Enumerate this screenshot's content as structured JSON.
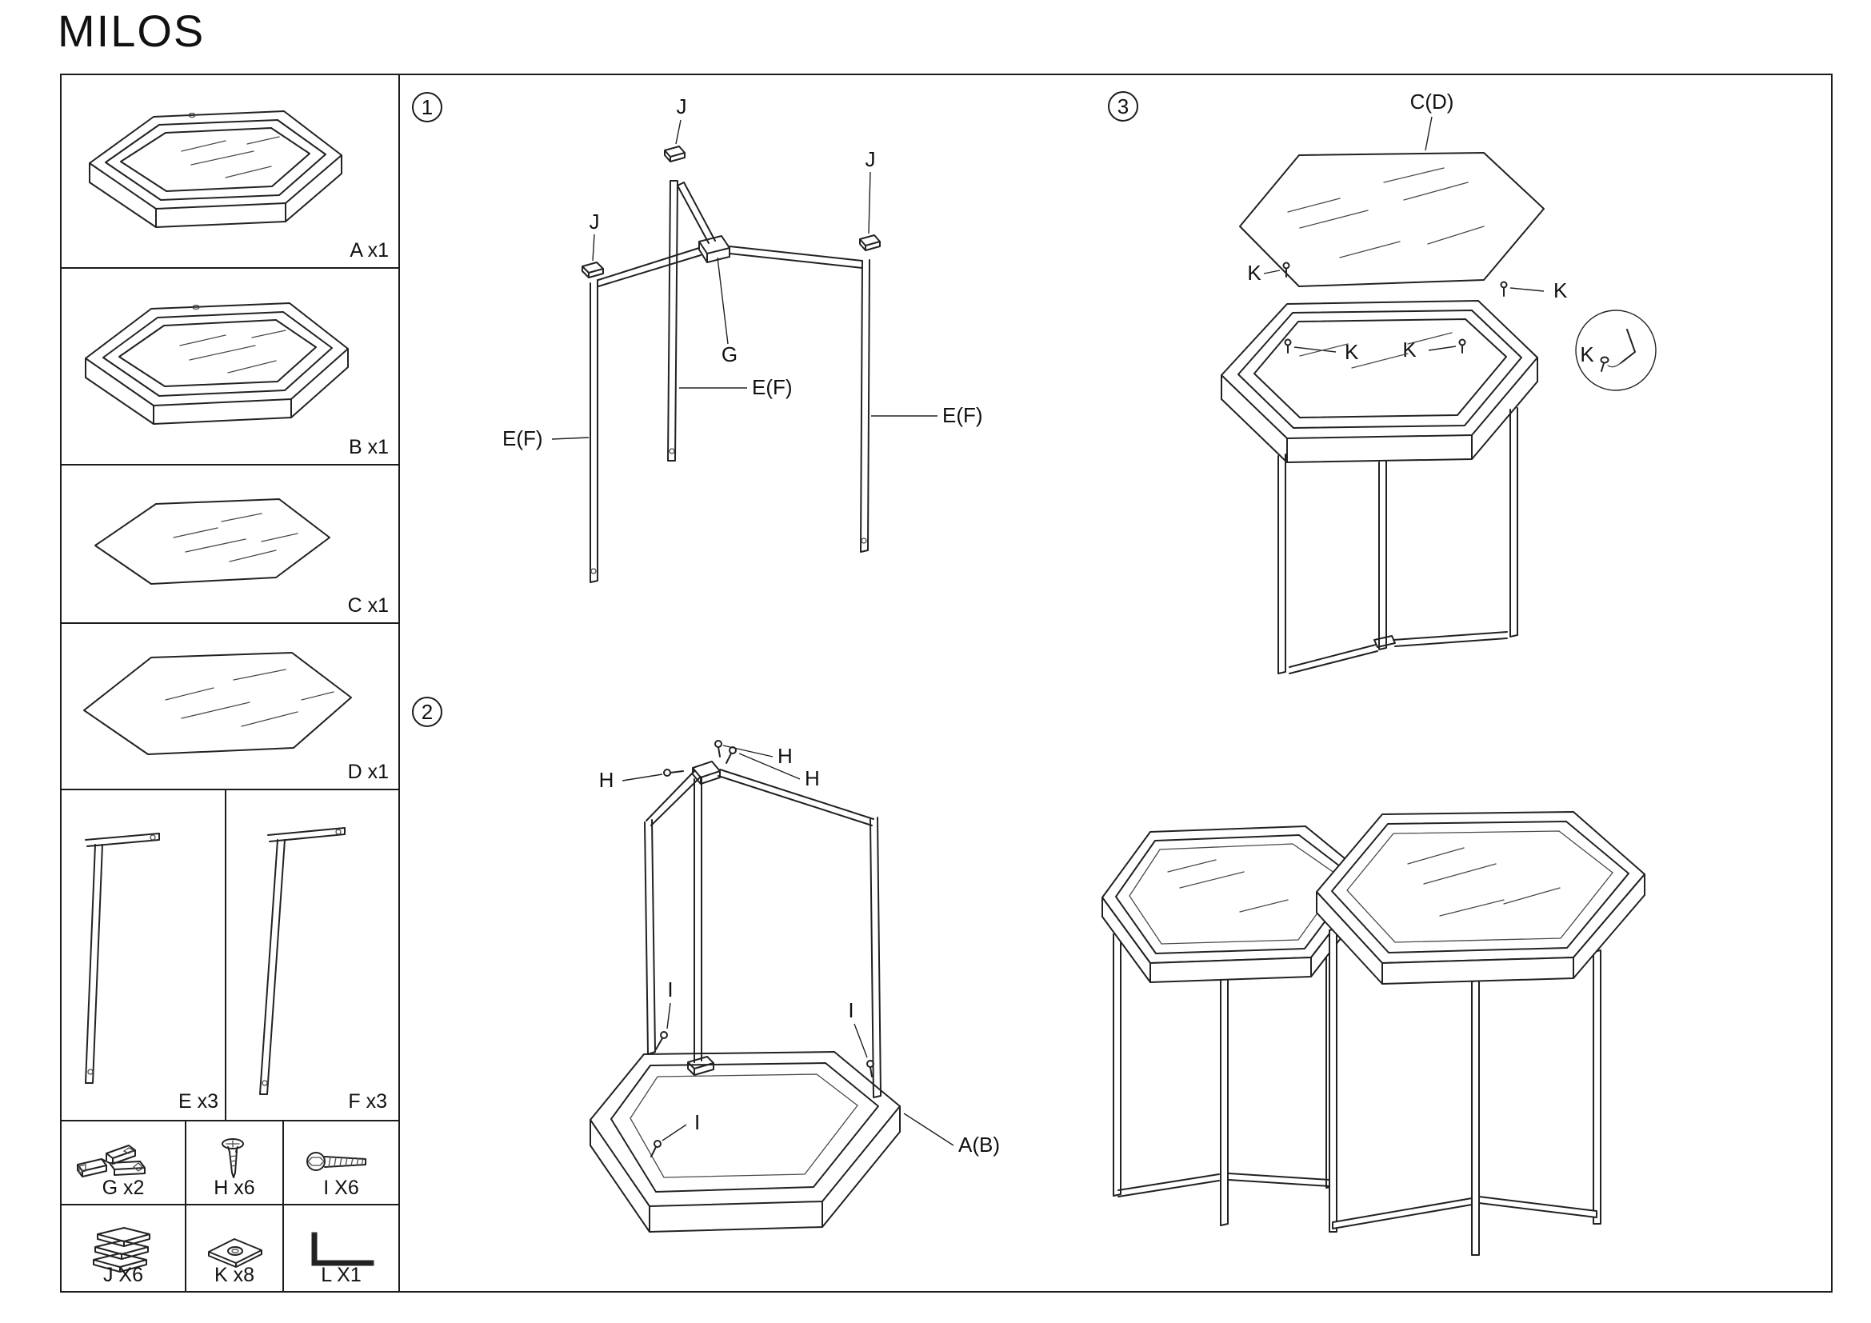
{
  "title": "MILOS",
  "parts_panel": {
    "a": "A x1",
    "b": "B x1",
    "c": "C x1",
    "d": "D x1",
    "e": "E x3",
    "f": "F x3",
    "g": "G x2",
    "h": "H x6",
    "i": "I X6",
    "j": "J X6",
    "k": "K x8",
    "l": "L X1"
  },
  "steps": {
    "one": {
      "num": "1",
      "j_top": "J",
      "j_left": "J",
      "j_right": "J",
      "g_label": "G",
      "ef_left": "E(F)",
      "ef_mid": "E(F)",
      "ef_right": "E(F)"
    },
    "two": {
      "num": "2",
      "h_left": "H",
      "h_top": "H",
      "h_right": "H",
      "i_left": "I",
      "i_mid": "I",
      "i_right": "I",
      "ab": "A(B)"
    },
    "three": {
      "num": "3",
      "cd": "C(D)",
      "k1": "K",
      "k2": "K",
      "k3": "K",
      "k4": "K",
      "k_detail": "K"
    }
  }
}
